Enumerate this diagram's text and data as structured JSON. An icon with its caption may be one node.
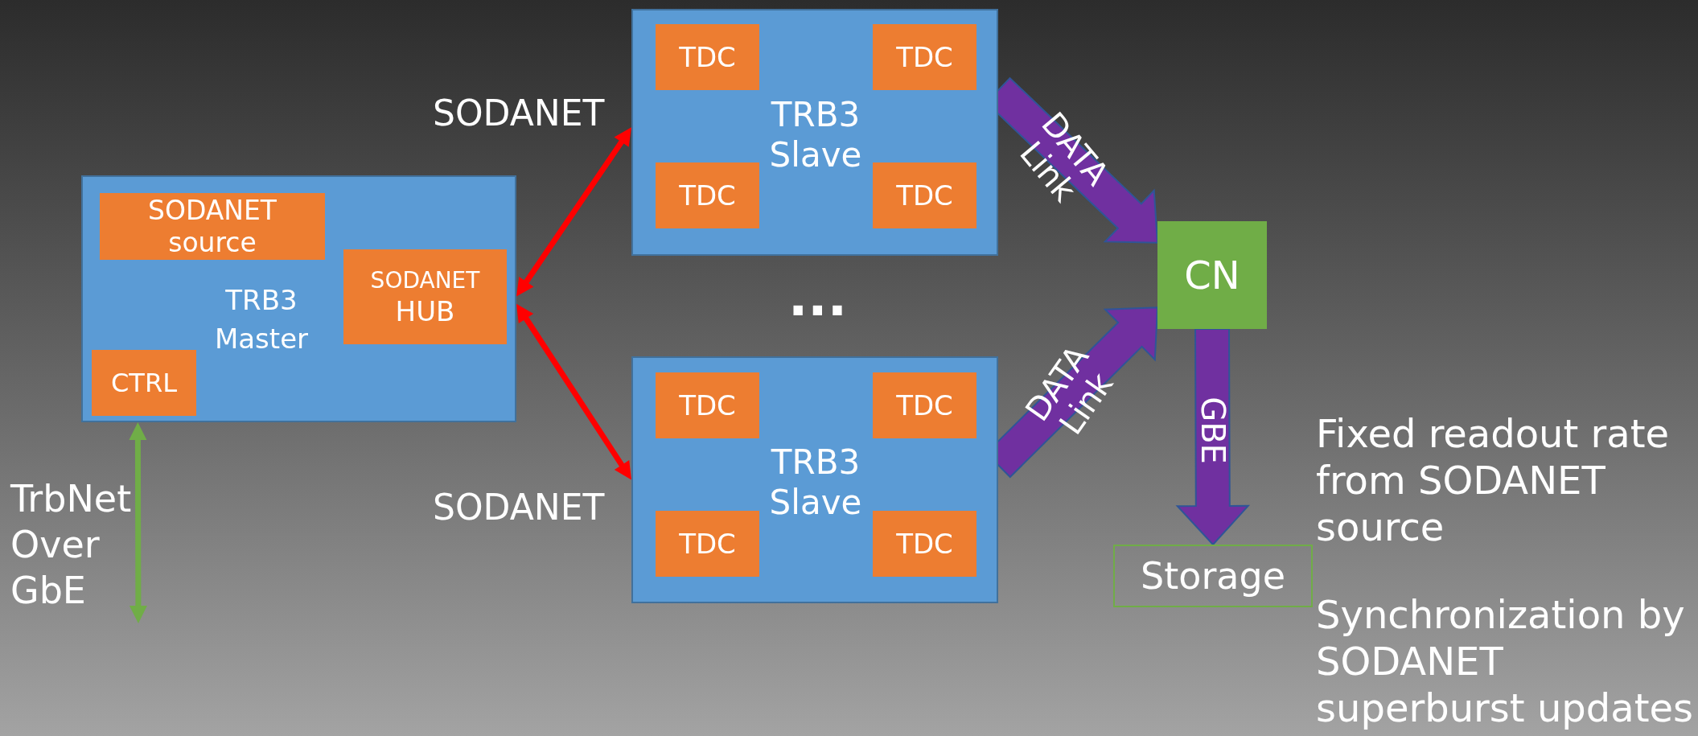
{
  "diagram": {
    "nodes": [
      {
        "text": [
          "TRB3 Master"
        ]
      },
      {
        "text": [
          "SODANET source"
        ],
        "in": 0
      },
      {
        "text": [
          "SODANET",
          "HUB"
        ],
        "in": 0
      },
      {
        "text": [
          "CTRL"
        ],
        "in": 0
      },
      {
        "text": [
          "TRB3 Slave"
        ]
      },
      {
        "text": [
          "TDC"
        ],
        "in": 4
      },
      {
        "text": [
          "TDC"
        ],
        "in": 4
      },
      {
        "text": [
          "TDC"
        ],
        "in": 4
      },
      {
        "text": [
          "TDC"
        ],
        "in": 4
      },
      {
        "text": [
          "TRB3 Slave"
        ]
      },
      {
        "text": [
          "TDC"
        ],
        "in": 9
      },
      {
        "text": [
          "TDC"
        ],
        "in": 9
      },
      {
        "text": [
          "TDC"
        ],
        "in": 9
      },
      {
        "text": [
          "TDC"
        ],
        "in": 9
      },
      {
        "text": [
          "CN"
        ]
      },
      {
        "text": [
          "Storage"
        ]
      }
    ],
    "edges": [
      {
        "from": 0,
        "to": 4,
        "arrow": "both",
        "label": "SODANET",
        "color": "#ff0000"
      },
      {
        "from": 0,
        "to": 9,
        "arrow": "both",
        "label": "SODANET",
        "color": "#ff0000"
      },
      {
        "from": 4,
        "to": 14,
        "arrow": "to",
        "label": "DATA Link",
        "style": "thick",
        "color": "#7030a0"
      },
      {
        "from": 9,
        "to": 14,
        "arrow": "to",
        "label": "DATA Link",
        "style": "thick",
        "color": "#7030a0"
      },
      {
        "from": 14,
        "to": 15,
        "arrow": "to",
        "label": "GBE",
        "style": "thick",
        "color": "#7030a0"
      },
      {
        "from": 0,
        "to": null,
        "arrow": "both",
        "color": "#70ad47"
      }
    ],
    "labels": [
      "...",
      "TrbNet Over GbE",
      "Fixed readout rate from SODANET source",
      "Synchronization by SODANET superburst updates"
    ]
  }
}
